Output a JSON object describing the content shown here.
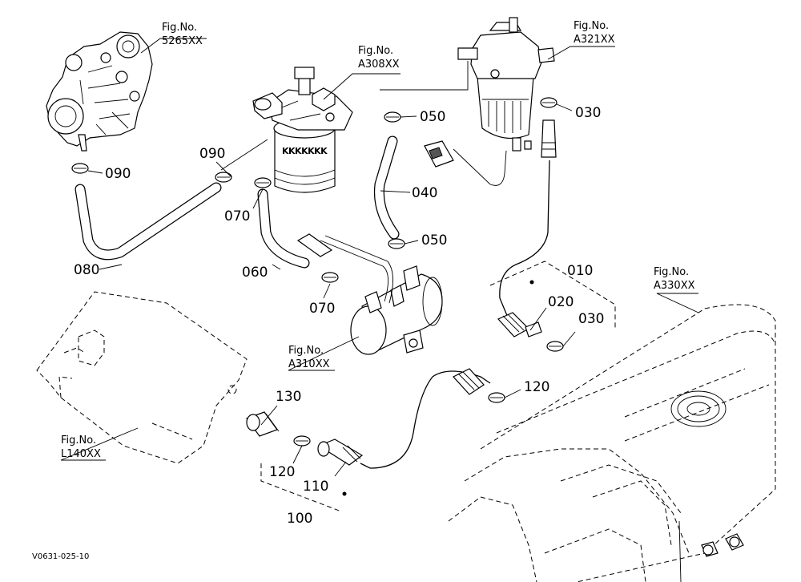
{
  "fig_refs": {
    "a": {
      "line1": "Fig.No.",
      "line2": "5265XX"
    },
    "b": {
      "line1": "Fig.No.",
      "line2": "A308XX"
    },
    "c": {
      "line1": "Fig.No.",
      "line2": "A321XX"
    },
    "d": {
      "line1": "Fig.No.",
      "line2": "A330XX"
    },
    "e": {
      "line1": "Fig.No.",
      "line2": "A310XX"
    },
    "f": {
      "line1": "Fig.No.",
      "line2": "L140XX"
    }
  },
  "part_numbers": {
    "p090a": "090",
    "p090b": "090",
    "p050a": "050",
    "p030a": "030",
    "p040": "040",
    "p070a": "070",
    "p050b": "050",
    "p080": "080",
    "p060": "060",
    "p010": "010",
    "p070b": "070",
    "p020": "020",
    "p030b": "030",
    "p120a": "120",
    "p130": "130",
    "p120b": "120",
    "p110": "110",
    "p100": "100"
  },
  "filter_marking": "KKKKKKK",
  "diagram_code": "V0631-025-10"
}
